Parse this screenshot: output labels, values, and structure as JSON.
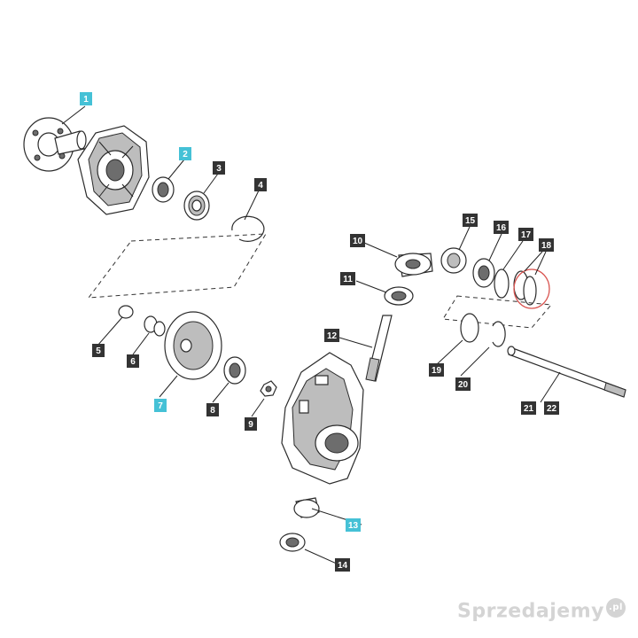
{
  "labels": [
    {
      "id": "1",
      "text": "1",
      "highlight": true
    },
    {
      "id": "2",
      "text": "2",
      "highlight": true
    },
    {
      "id": "3",
      "text": "3",
      "highlight": false
    },
    {
      "id": "4",
      "text": "4",
      "highlight": false
    },
    {
      "id": "5",
      "text": "5",
      "highlight": false
    },
    {
      "id": "6",
      "text": "6",
      "highlight": false
    },
    {
      "id": "7",
      "text": "7",
      "highlight": true
    },
    {
      "id": "8",
      "text": "8",
      "highlight": false
    },
    {
      "id": "9",
      "text": "9",
      "highlight": false
    },
    {
      "id": "10",
      "text": "10",
      "highlight": false
    },
    {
      "id": "11",
      "text": "11",
      "highlight": false
    },
    {
      "id": "12",
      "text": "12",
      "highlight": false
    },
    {
      "id": "13",
      "text": "13",
      "highlight": true
    },
    {
      "id": "14",
      "text": "14",
      "highlight": false
    },
    {
      "id": "15",
      "text": "15",
      "highlight": false
    },
    {
      "id": "16",
      "text": "16",
      "highlight": false
    },
    {
      "id": "17",
      "text": "17",
      "highlight": false
    },
    {
      "id": "18",
      "text": "18",
      "highlight": false
    },
    {
      "id": "19",
      "text": "19",
      "highlight": false
    },
    {
      "id": "20",
      "text": "20",
      "highlight": false
    },
    {
      "id": "21",
      "text": "21",
      "highlight": false
    },
    {
      "id": "22",
      "text": "22",
      "highlight": false
    }
  ],
  "colors": {
    "label_default_bg": "#333333",
    "label_default_fg": "#ffffff",
    "label_highlight_bg": "#45c1d6",
    "label_highlight_fg": "#ffffff",
    "callout_ring": "#d9534f"
  },
  "watermark": {
    "brand": "Sprzedajemy",
    "suffix": ".pl"
  }
}
